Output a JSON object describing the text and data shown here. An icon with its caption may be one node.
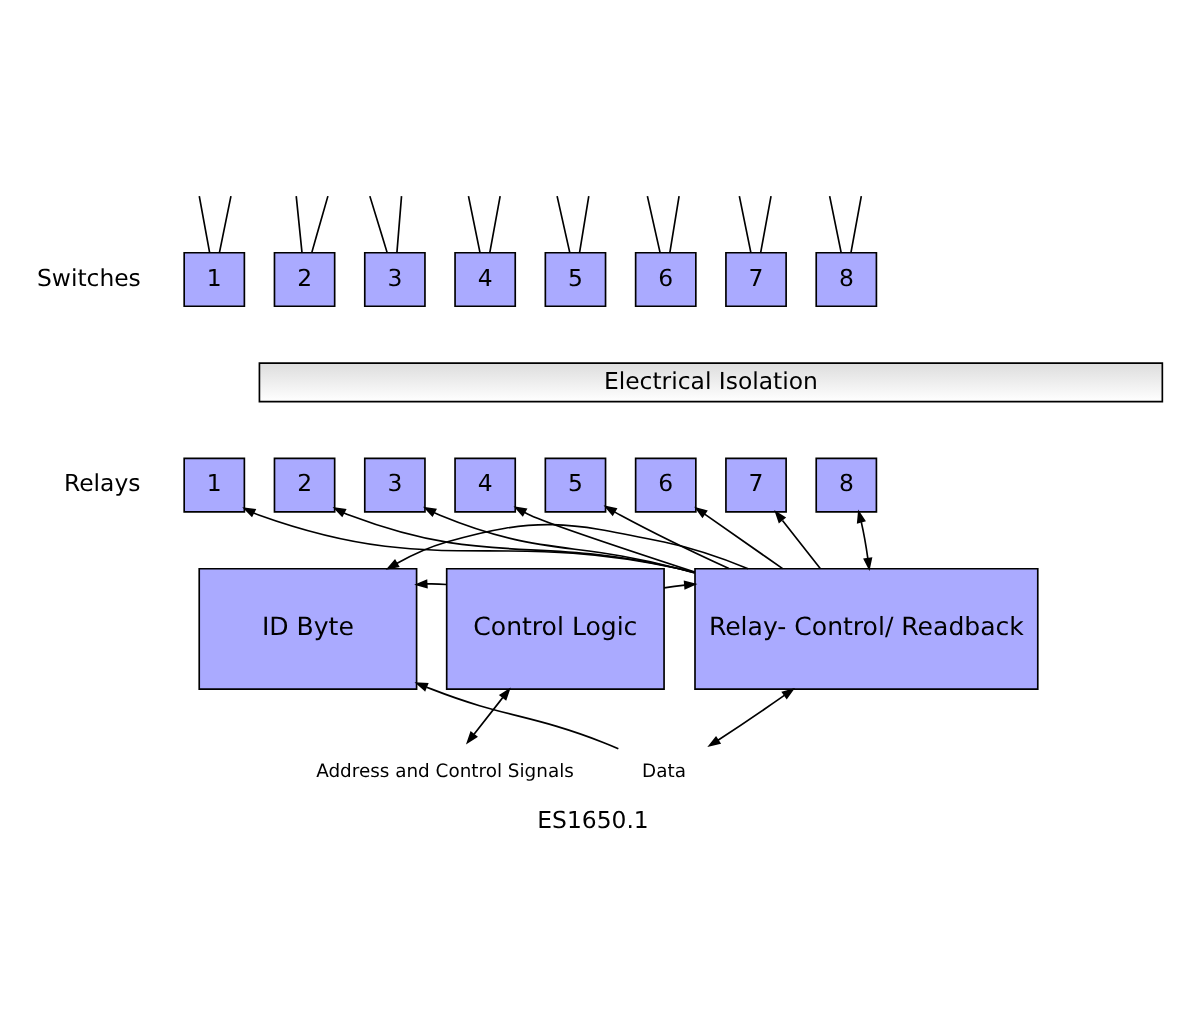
{
  "diagram": {
    "caption": "ES1650.1",
    "nodes": [
      {
        "text": [
          "1"
        ]
      },
      {
        "text": [
          "2"
        ]
      },
      {
        "text": [
          "3"
        ]
      },
      {
        "text": [
          "4"
        ]
      },
      {
        "text": [
          "5"
        ]
      },
      {
        "text": [
          "6"
        ]
      },
      {
        "text": [
          "7"
        ]
      },
      {
        "text": [
          "8"
        ]
      },
      {
        "text": [
          "Electrical Isolation"
        ]
      },
      {
        "text": [
          "1"
        ]
      },
      {
        "text": [
          "2"
        ]
      },
      {
        "text": [
          "3"
        ]
      },
      {
        "text": [
          "4"
        ]
      },
      {
        "text": [
          "5"
        ]
      },
      {
        "text": [
          "6"
        ]
      },
      {
        "text": [
          "7"
        ]
      },
      {
        "text": [
          "8"
        ]
      },
      {
        "text": [
          "ID Byte"
        ]
      },
      {
        "text": [
          "Control Logic"
        ]
      },
      {
        "text": [
          "Relay- Control/ Readback"
        ]
      },
      {
        "text": [
          "Address and Control Signals"
        ]
      },
      {
        "text": [
          "Data"
        ]
      }
    ],
    "edges": [
      {
        "from": null,
        "to": 0,
        "arrow": "none"
      },
      {
        "from": null,
        "to": 0,
        "arrow": "none"
      },
      {
        "from": null,
        "to": 1,
        "arrow": "none"
      },
      {
        "from": null,
        "to": 1,
        "arrow": "none"
      },
      {
        "from": null,
        "to": 2,
        "arrow": "none"
      },
      {
        "from": null,
        "to": 2,
        "arrow": "none"
      },
      {
        "from": null,
        "to": 3,
        "arrow": "none"
      },
      {
        "from": null,
        "to": 3,
        "arrow": "none"
      },
      {
        "from": null,
        "to": 4,
        "arrow": "none"
      },
      {
        "from": null,
        "to": 4,
        "arrow": "none"
      },
      {
        "from": null,
        "to": 5,
        "arrow": "none"
      },
      {
        "from": null,
        "to": 5,
        "arrow": "none"
      },
      {
        "from": null,
        "to": 6,
        "arrow": "none"
      },
      {
        "from": null,
        "to": 6,
        "arrow": "none"
      },
      {
        "from": null,
        "to": 7,
        "arrow": "none"
      },
      {
        "from": null,
        "to": 7,
        "arrow": "none"
      },
      {
        "from": 19,
        "to": 9,
        "arrow": "to"
      },
      {
        "from": 19,
        "to": 10,
        "arrow": "to"
      },
      {
        "from": 19,
        "to": 11,
        "arrow": "to"
      },
      {
        "from": 19,
        "to": 12,
        "arrow": "to"
      },
      {
        "from": 19,
        "to": 13,
        "arrow": "to"
      },
      {
        "from": 19,
        "to": 14,
        "arrow": "to"
      },
      {
        "from": 19,
        "to": 15,
        "arrow": "to"
      },
      {
        "from": 19,
        "to": 16,
        "arrow": "both"
      },
      {
        "from": 18,
        "to": 17,
        "arrow": "to"
      },
      {
        "from": 18,
        "to": 19,
        "arrow": "to"
      },
      {
        "from": 18,
        "to": 20,
        "arrow": "both"
      },
      {
        "from": 21,
        "to": 19,
        "arrow": "both"
      },
      {
        "from": 21,
        "to": 17,
        "arrow": "to"
      },
      {
        "from": 19,
        "to": 17,
        "arrow": "to"
      }
    ],
    "labels": [
      "Switches",
      "Relays"
    ]
  }
}
